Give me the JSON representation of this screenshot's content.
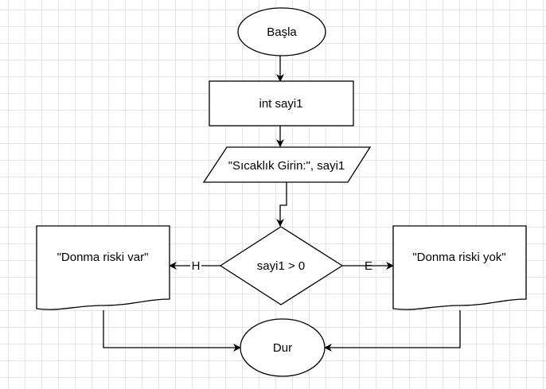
{
  "flowchart": {
    "start_label": "Başla",
    "declare_label": "int sayi1",
    "input_label": "\"Sıcaklık Girin:\", sayi1",
    "decision_label": "sayi1 > 0",
    "no_branch_label": "H",
    "yes_branch_label": "E",
    "output_no_label": "\"Donma riski var\"",
    "output_yes_label": "\"Donma riski yok\"",
    "end_label": "Dur"
  }
}
